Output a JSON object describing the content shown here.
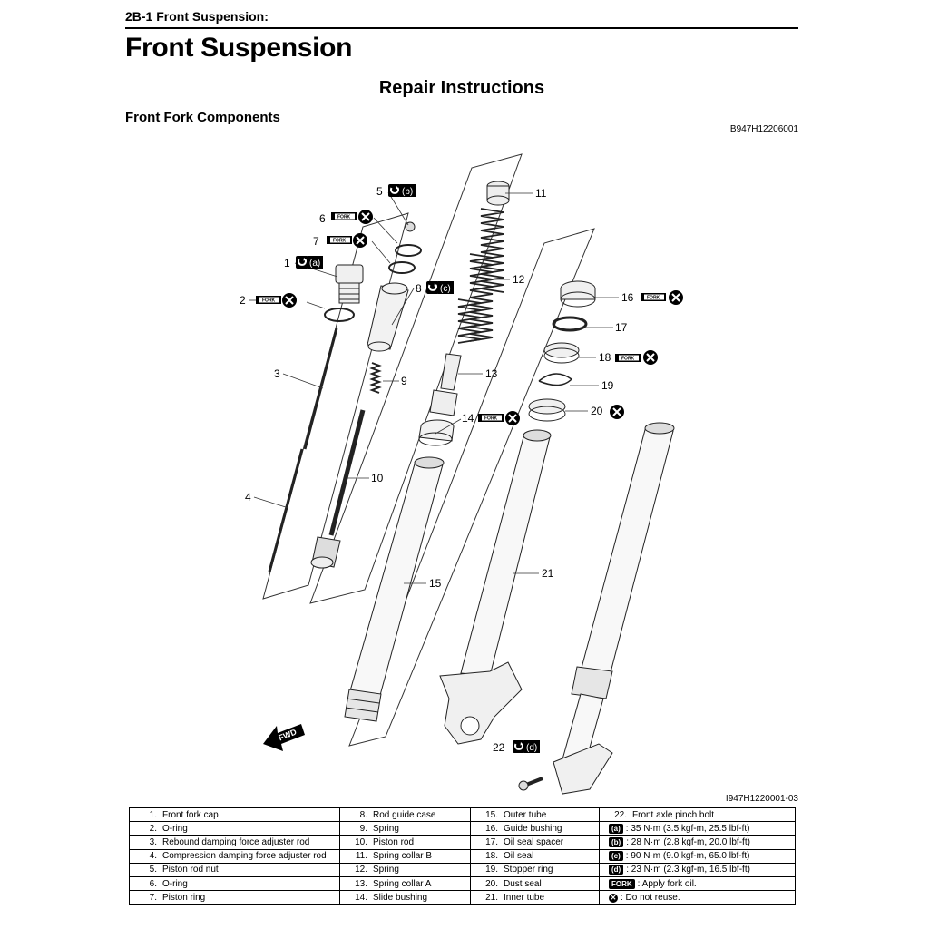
{
  "header": {
    "text": "2B-1   Front Suspension:"
  },
  "title": "Front Suspension",
  "section": "Repair Instructions",
  "subsection": "Front Fork Components",
  "ref_code": "B947H12206001",
  "figure_code": "I947H1220001-03",
  "callouts": {
    "c1": "1",
    "c2": "2",
    "c3": "3",
    "c4": "4",
    "c5": "5",
    "c6": "6",
    "c7": "7",
    "c8": "8",
    "c9": "9",
    "c10": "10",
    "c11": "11",
    "c12": "12",
    "c13": "13",
    "c14": "14",
    "c15": "15",
    "c16": "16",
    "c17": "17",
    "c18": "18",
    "c19": "19",
    "c20": "20",
    "c21": "21",
    "c22": "22"
  },
  "symbols": {
    "torque_a": "(a)",
    "torque_b": "(b)",
    "torque_c": "(c)",
    "torque_d": "(d)",
    "fork_oil": "FORK",
    "no_reuse": "✕",
    "fwd": "FWD"
  },
  "parts": {
    "p1": {
      "num": "1.",
      "name": "Front fork cap"
    },
    "p2": {
      "num": "2.",
      "name": "O-ring"
    },
    "p3": {
      "num": "3.",
      "name": "Rebound damping force adjuster rod"
    },
    "p4": {
      "num": "4.",
      "name": "Compression damping force adjuster rod"
    },
    "p5": {
      "num": "5.",
      "name": "Piston rod nut"
    },
    "p6": {
      "num": "6.",
      "name": "O-ring"
    },
    "p7": {
      "num": "7.",
      "name": "Piston ring"
    },
    "p8": {
      "num": "8.",
      "name": "Rod guide case"
    },
    "p9": {
      "num": "9.",
      "name": "Spring"
    },
    "p10": {
      "num": "10.",
      "name": "Piston rod"
    },
    "p11": {
      "num": "11.",
      "name": "Spring collar B"
    },
    "p12": {
      "num": "12.",
      "name": "Spring"
    },
    "p13": {
      "num": "13.",
      "name": "Spring collar A"
    },
    "p14": {
      "num": "14.",
      "name": "Slide bushing"
    },
    "p15": {
      "num": "15.",
      "name": "Outer tube"
    },
    "p16": {
      "num": "16.",
      "name": "Guide bushing"
    },
    "p17": {
      "num": "17.",
      "name": "Oil seal spacer"
    },
    "p18": {
      "num": "18.",
      "name": "Oil seal"
    },
    "p19": {
      "num": "19.",
      "name": "Stopper ring"
    },
    "p20": {
      "num": "20.",
      "name": "Dust seal"
    },
    "p21": {
      "num": "21.",
      "name": "Inner tube"
    },
    "p22": {
      "num": "22.",
      "name": "Front axle pinch bolt"
    }
  },
  "specs": {
    "a": {
      "sym": "(a)",
      "text": ": 35 N·m (3.5 kgf-m, 25.5 lbf-ft)"
    },
    "b": {
      "sym": "(b)",
      "text": ": 28 N·m (2.8 kgf-m, 20.0 lbf-ft)"
    },
    "c": {
      "sym": "(c)",
      "text": ": 90 N·m (9.0 kgf-m, 65.0 lbf-ft)"
    },
    "d": {
      "sym": "(d)",
      "text": ": 23 N·m (2.3 kgf-m, 16.5 lbf-ft)"
    },
    "fork": {
      "sym": "FORK",
      "text": ": Apply fork oil."
    },
    "x": {
      "sym": "✕",
      "text": ": Do not reuse."
    }
  }
}
